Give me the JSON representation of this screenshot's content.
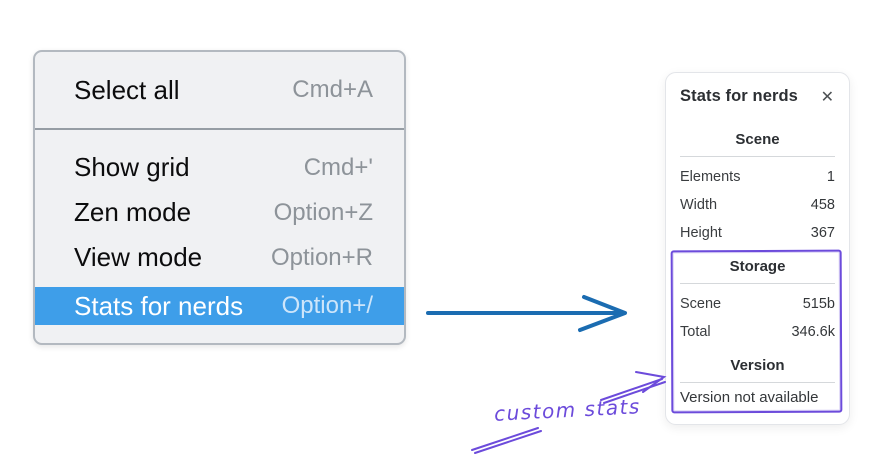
{
  "menu": {
    "items": [
      {
        "label": "Select all",
        "shortcut": "Cmd+A",
        "selected": false
      },
      {
        "label": "Show grid",
        "shortcut": "Cmd+'",
        "selected": false
      },
      {
        "label": "Zen mode",
        "shortcut": "Option+Z",
        "selected": false
      },
      {
        "label": "View mode",
        "shortcut": "Option+R",
        "selected": false
      },
      {
        "label": "Stats for nerds",
        "shortcut": "Option+/",
        "selected": true
      }
    ]
  },
  "stats_panel": {
    "title": "Stats for nerds",
    "close_icon": "✕",
    "sections": [
      {
        "header": "Scene",
        "rows": [
          {
            "label": "Elements",
            "value": "1"
          },
          {
            "label": "Width",
            "value": "458"
          },
          {
            "label": "Height",
            "value": "367"
          }
        ]
      },
      {
        "header": "Storage",
        "rows": [
          {
            "label": "Scene",
            "value": "515b"
          },
          {
            "label": "Total",
            "value": "346.6k"
          }
        ]
      },
      {
        "header": "Version",
        "note": "Version not available"
      }
    ]
  },
  "annotation": {
    "label": "custom stats"
  },
  "colors": {
    "menu_highlight": "#3e9ee9",
    "arrow_blue": "#1b6cb1",
    "annotation_purple": "#6c4bdb",
    "menu_background": "#f0f1f3",
    "panel_background": "#ffffff"
  }
}
